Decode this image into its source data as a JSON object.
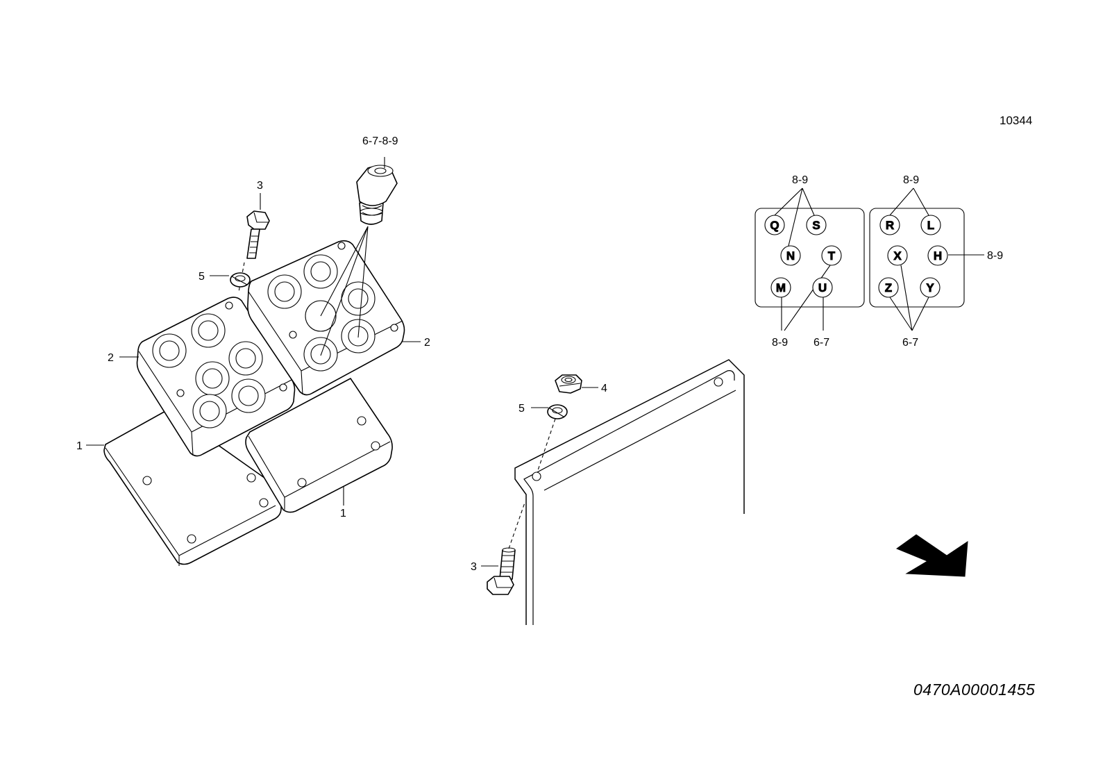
{
  "drawing_id": "10344",
  "document_code": "0470A00001455",
  "callouts": {
    "left_cap": "6-7-8-9",
    "left_bolt": "3",
    "left_washer": "5",
    "left_plate_a": "2",
    "left_plate_b": "2",
    "left_base_a": "1",
    "left_base_b": "1",
    "nut": "4",
    "washer": "5",
    "bolt": "3"
  },
  "port_diagram_left": {
    "top_label": "8-9",
    "bottom_left_label": "8-9",
    "bottom_right_label": "6-7",
    "ports": [
      "Q",
      "S",
      "N",
      "T",
      "M",
      "U"
    ]
  },
  "port_diagram_right": {
    "top_label": "8-9",
    "right_label": "8-9",
    "bottom_label": "6-7",
    "ports": [
      "R",
      "L",
      "X",
      "H",
      "Z",
      "Y"
    ]
  },
  "icons": {
    "direction_arrow": "arrow-down-right-icon"
  }
}
